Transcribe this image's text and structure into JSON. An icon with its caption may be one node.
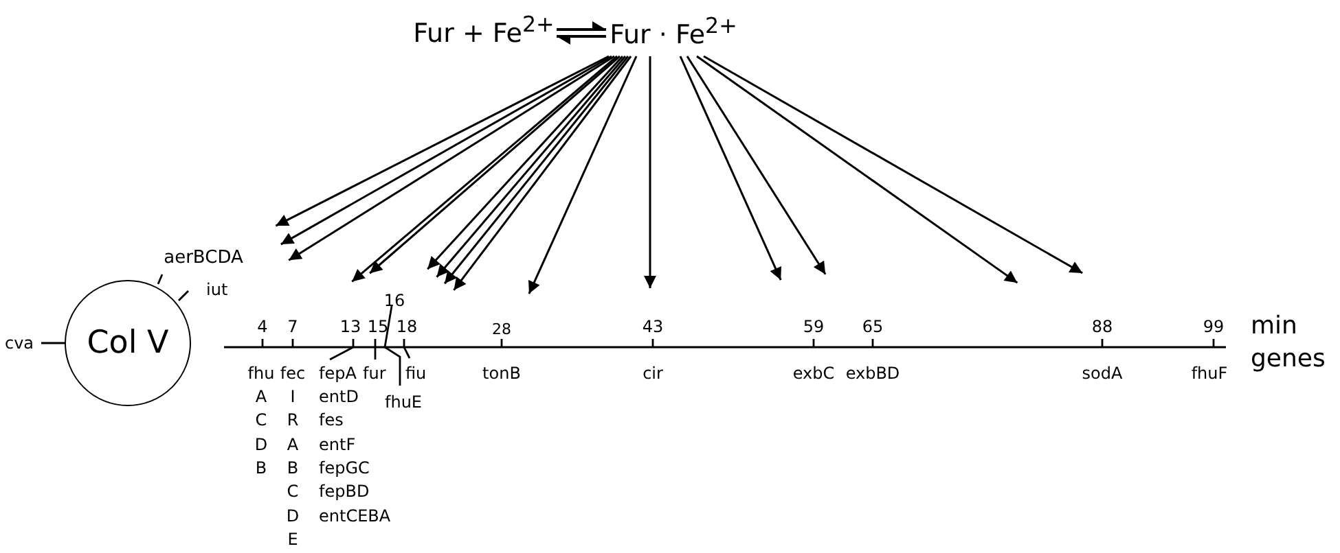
{
  "diagram": {
    "nodes": [
      {
        "text": [
          "Fur + Fe$^{2+}$"
        ]
      },
      {
        "text": [
          "Fur · Fe$^{2+}$"
        ]
      },
      {
        "text": [
          "Col V"
        ]
      }
    ],
    "edges": [
      {
        "from": 0,
        "to": 1,
        "arrow": "both"
      },
      {
        "from": 1,
        "to": null,
        "arrow": "to"
      },
      {
        "from": 1,
        "to": null,
        "arrow": "to"
      },
      {
        "from": 1,
        "to": null,
        "arrow": "to"
      },
      {
        "from": 1,
        "to": null,
        "arrow": "to"
      },
      {
        "from": 1,
        "to": null,
        "arrow": "to"
      },
      {
        "from": 1,
        "to": null,
        "arrow": "to"
      },
      {
        "from": 1,
        "to": null,
        "arrow": "to"
      },
      {
        "from": 1,
        "to": null,
        "arrow": "to"
      },
      {
        "from": 1,
        "to": null,
        "arrow": "to"
      },
      {
        "from": 1,
        "to": null,
        "arrow": "to"
      },
      {
        "from": 1,
        "to": null,
        "arrow": "to"
      },
      {
        "from": 1,
        "to": null,
        "arrow": "to"
      },
      {
        "from": 1,
        "to": null,
        "arrow": "to"
      },
      {
        "from": 1,
        "to": null,
        "arrow": "to"
      },
      {
        "from": 1,
        "to": null,
        "arrow": "to"
      }
    ],
    "labels": [
      "aerBCDA",
      "iut",
      "cva",
      "4",
      "7",
      "13",
      "15",
      "16",
      "18",
      "28",
      "43",
      "59",
      "65",
      "88",
      "99",
      "min",
      "fhu",
      "fec",
      "fepA",
      "fur",
      "fiu",
      "tonB",
      "cir",
      "exbC",
      "exbBD",
      "sodA",
      "fhuF",
      "genes",
      "A",
      "I",
      "entD",
      "fhuE",
      "C",
      "R",
      "fes",
      "D",
      "A",
      "entF",
      "B",
      "B",
      "fepGC",
      "C",
      "fepBD",
      "D",
      "entCEBA",
      "E"
    ]
  }
}
